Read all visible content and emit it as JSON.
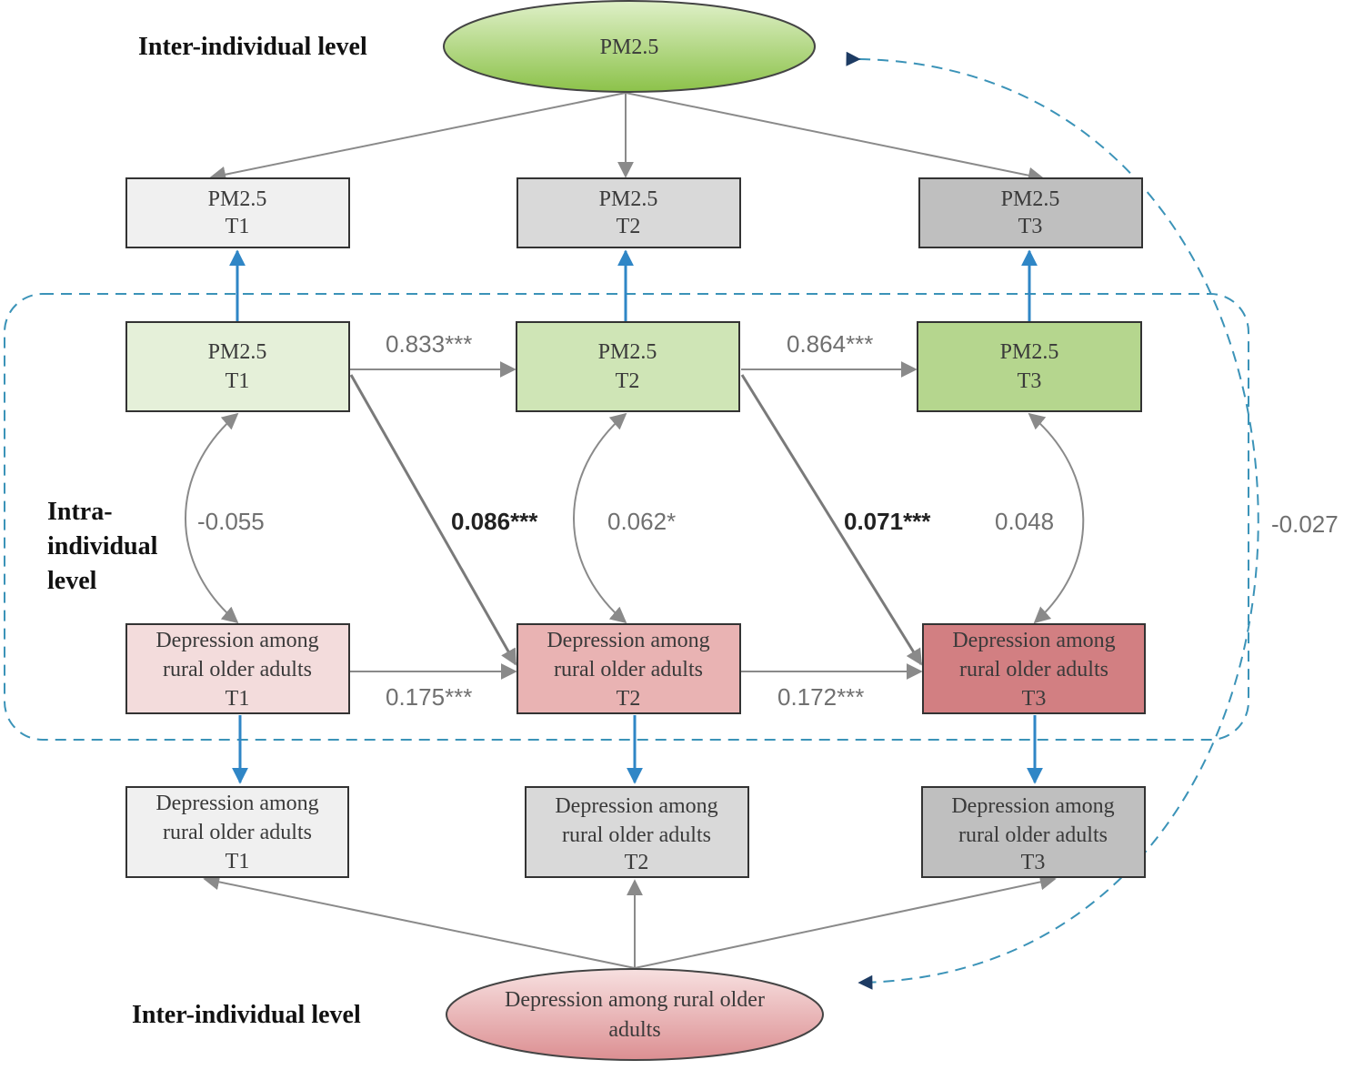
{
  "labels": {
    "inter_top": "Inter-individual level",
    "inter_bottom": "Inter-individual level",
    "intra_line1": "Intra-",
    "intra_line2": "individual",
    "intra_line3": "level"
  },
  "nodes": {
    "pm_inter": [
      "PM2.5"
    ],
    "dep_inter": [
      "Depression among rural older",
      "adults"
    ],
    "pm_obs_t1": [
      "PM2.5",
      "T1"
    ],
    "pm_obs_t2": [
      "PM2.5",
      "T2"
    ],
    "pm_obs_t3": [
      "PM2.5",
      "T3"
    ],
    "pm_within_t1": [
      "PM2.5",
      "T1"
    ],
    "pm_within_t2": [
      "PM2.5",
      "T2"
    ],
    "pm_within_t3": [
      "PM2.5",
      "T3"
    ],
    "dep_within_t1": [
      "Depression among",
      "rural older adults",
      "T1"
    ],
    "dep_within_t2": [
      "Depression among",
      "rural older adults",
      "T2"
    ],
    "dep_within_t3": [
      "Depression among",
      "rural older adults",
      "T3"
    ],
    "dep_obs_t1": [
      "Depression among",
      "rural older adults",
      "T1"
    ],
    "dep_obs_t2": [
      "Depression among",
      "rural older adults",
      "T2"
    ],
    "dep_obs_t3": [
      "Depression among",
      "rural older adults",
      "T3"
    ]
  },
  "coefficients": {
    "pm_t1_t2": "0.833***",
    "pm_t2_t3": "0.864***",
    "dep_t1_t2": "0.175***",
    "dep_t2_t3": "0.172***",
    "cross_t1_t2": "0.086***",
    "cross_t2_t3": "0.071***",
    "cov_t1": "-0.055",
    "cov_t2": "0.062*",
    "cov_t3": "0.048",
    "cov_inter": "-0.027"
  },
  "colors": {
    "pm_inter_fill": "#9fcc5e",
    "dep_inter_fill": "#e7a3a6",
    "obs_t1_fill": "#f0f0f0",
    "obs_t2_fill": "#d9d9d9",
    "obs_t3_fill": "#bfbfbf",
    "pm_t1_fill": "#e5f0d9",
    "pm_t2_fill": "#cfe5b6",
    "pm_t3_fill": "#b5d68e",
    "dep_t1_fill": "#f3dcdc",
    "dep_t2_fill": "#e9b3b3",
    "dep_t3_fill": "#d27f82",
    "arrow_gray": "#8a8a8a",
    "arrow_blue": "#2f86c6",
    "dashed_blue": "#3b93b8"
  }
}
